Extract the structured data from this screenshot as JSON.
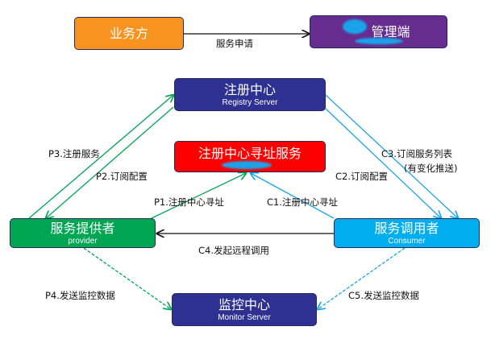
{
  "nodes": {
    "business": {
      "title": "业务方",
      "color": "#f7931e"
    },
    "admin": {
      "title": "管理端",
      "color": "#662d91"
    },
    "registry": {
      "title": "注册中心",
      "subtitle": "Registry Server",
      "color": "#2e3192"
    },
    "addressing": {
      "title": "注册中心寻址服务",
      "color": "#ff0000"
    },
    "provider": {
      "title": "服务提供者",
      "subtitle": "provider",
      "color": "#00a651"
    },
    "consumer": {
      "title": "服务调用者",
      "subtitle": "Consumer",
      "color": "#00aeef"
    },
    "monitor": {
      "title": "监控中心",
      "subtitle": "Monitor Server",
      "color": "#2e3192"
    }
  },
  "edges": {
    "apply": "服务申请",
    "p3": "P3.注册服务",
    "p2": "P2.订阅配置",
    "c3": "C3.订阅服务列表",
    "c3_note": "(有变化推送)",
    "c2": "C2.订阅配置",
    "p1": "P1.注册中心寻址",
    "c1": "C1.注册中心寻址",
    "c4": "C4.发起远程调用",
    "p4": "P4.发送监控数据",
    "c5": "C5.发送监控数据"
  },
  "colors": {
    "provider_lines": "#00a651",
    "consumer_lines": "#1aa3e8",
    "call_line": "#111111"
  }
}
